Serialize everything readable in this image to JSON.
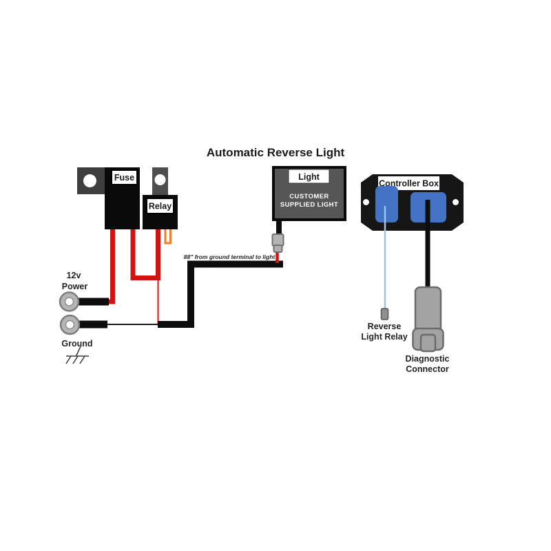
{
  "diagram": {
    "title": "Automatic Reverse Light",
    "annotation": {
      "wire_length_note": "88\" from ground terminal to light"
    },
    "components": {
      "fuse": {
        "label": "Fuse"
      },
      "relay": {
        "label": "Relay"
      },
      "light": {
        "label": "Light",
        "line1": "CUSTOMER",
        "line2": "SUPPLIED LIGHT"
      },
      "controller_box": {
        "label": "Controller Box"
      },
      "power": {
        "line1": "12v",
        "line2": "Power"
      },
      "ground": {
        "label": "Ground"
      },
      "reverse_light_relay": {
        "line1": "Reverse",
        "line2": "Light Relay"
      },
      "diagnostic_connector": {
        "line1": "Diagnostic",
        "line2": "Connector"
      }
    },
    "colors": {
      "wire_red": "#ce1512",
      "wire_orange": "#ee7d2c",
      "wire_black": "#0d0d0d",
      "wire_signal_blue": "#9cc3e8",
      "connector_blue": "#4472c4",
      "metal_gray": "#b5b5b5",
      "connector_gray": "#a3a3a3"
    }
  }
}
